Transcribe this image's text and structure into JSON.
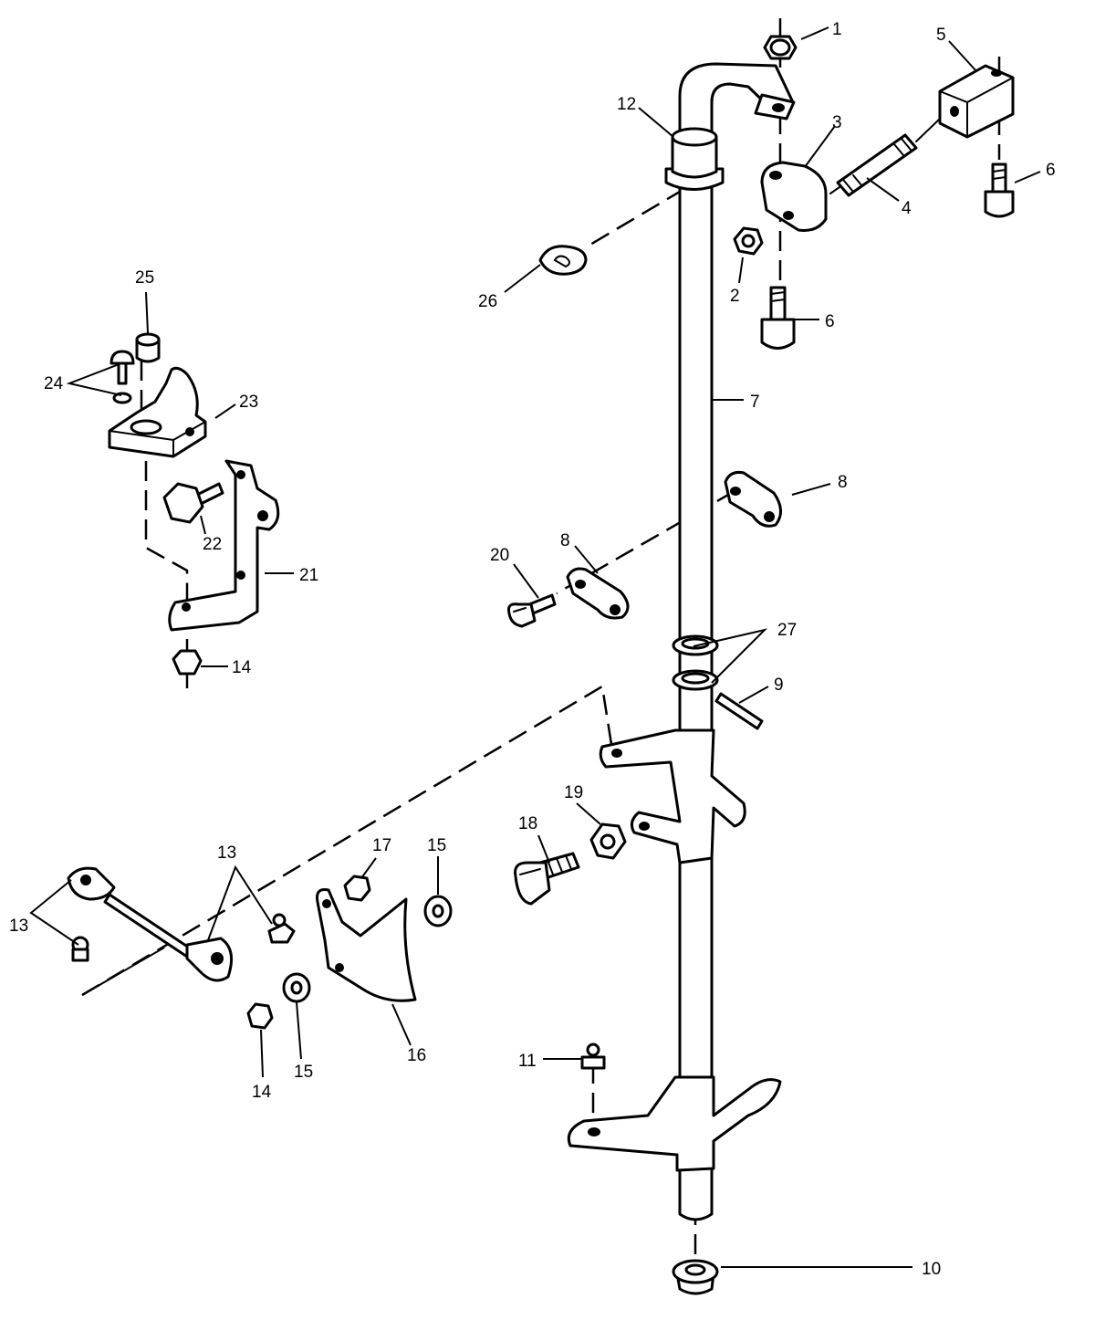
{
  "diagram": {
    "callouts": [
      "1",
      "2",
      "3",
      "4",
      "5",
      "6",
      "6",
      "7",
      "8",
      "8",
      "9",
      "10",
      "11",
      "12",
      "13",
      "13",
      "14",
      "14",
      "15",
      "15",
      "16",
      "17",
      "18",
      "19",
      "20",
      "21",
      "22",
      "23",
      "24",
      "25",
      "26",
      "27"
    ]
  }
}
